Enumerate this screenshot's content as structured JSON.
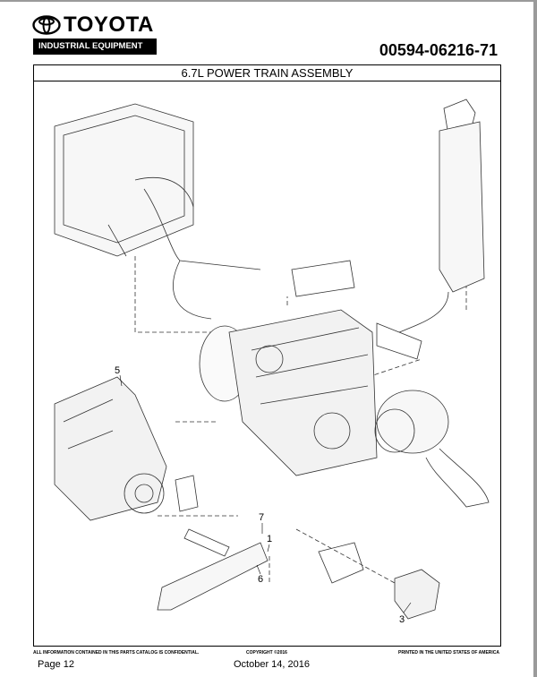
{
  "header": {
    "brand": "TOYOTA",
    "division": "INDUSTRIAL EQUIPMENT",
    "part_number": "00594-06216-71"
  },
  "section_title": "6.7L POWER TRAIN ASSEMBLY",
  "callouts": [
    "5",
    "7",
    "1",
    "6",
    "3"
  ],
  "footer": {
    "confidential": "ALL INFORMATION CONTAINED IN THIS PARTS CATALOG IS CONFIDENTIAL.",
    "copyright": "COPYRIGHT ©2016",
    "printed": "PRINTED IN THE UNITED STATES OF AMERICA",
    "page": "Page 12",
    "date": "October 14, 2016"
  }
}
